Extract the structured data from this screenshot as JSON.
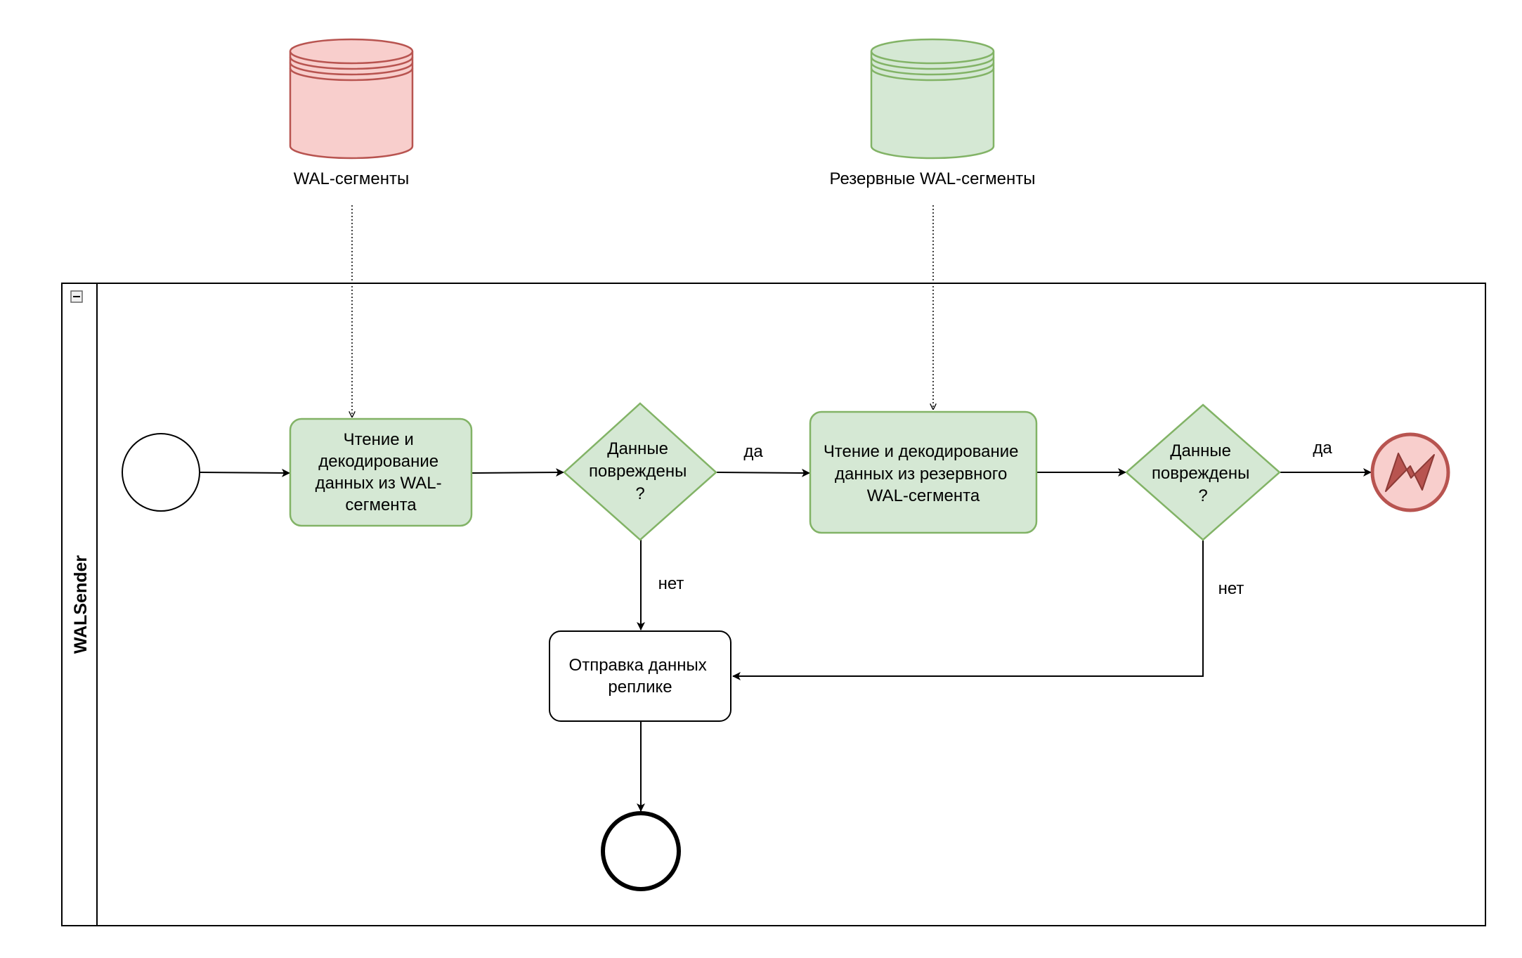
{
  "datastores": {
    "primary": {
      "label": "WAL-сегменты",
      "fill": "#f8cecc",
      "stroke": "#b85450"
    },
    "backup": {
      "label": "Резервные WAL-сегменты",
      "fill": "#d5e8d4",
      "stroke": "#82b366"
    }
  },
  "pool": {
    "title": "WALSender",
    "collapse_glyph": "−"
  },
  "tasks": {
    "read_primary": [
      "Чтение и",
      "декодирование",
      "данных из WAL-",
      "сегмента"
    ],
    "read_backup": [
      "Чтение и декодирование",
      "данных из резервного",
      "WAL-сегмента"
    ],
    "send": [
      "Отправка данных",
      "реплике"
    ]
  },
  "gateways": {
    "check1": [
      "Данные",
      "повреждены",
      "?"
    ],
    "check2": [
      "Данные",
      "повреждены",
      "?"
    ]
  },
  "edge_labels": {
    "yes1": "да",
    "no1": "нет",
    "yes2": "да",
    "no2": "нет"
  },
  "colors": {
    "task_fill": "#d5e8d4",
    "task_stroke": "#82b366",
    "error_fill": "#f8cecc",
    "error_stroke": "#b85450",
    "line": "#000000"
  }
}
